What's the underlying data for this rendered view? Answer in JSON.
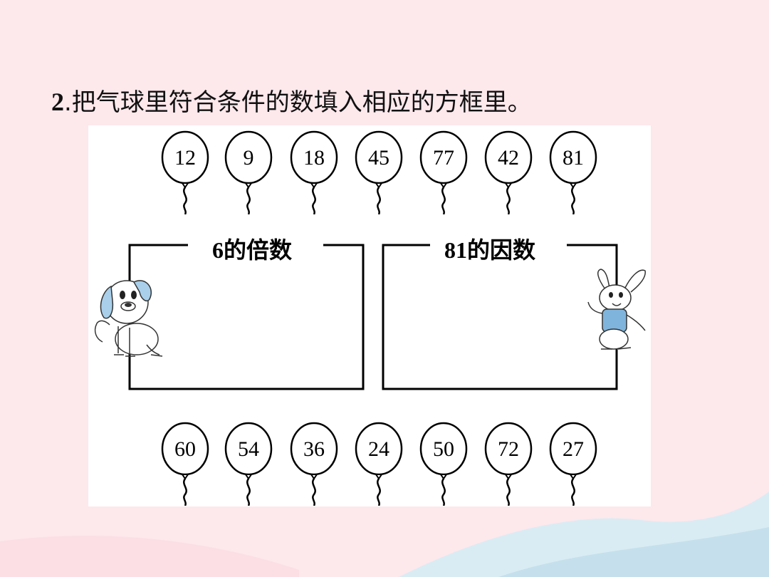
{
  "question": {
    "number": "2",
    "text": ".把气球里符合条件的数填入相应的方框里。"
  },
  "balloons_top": [
    "12",
    "9",
    "18",
    "45",
    "77",
    "42",
    "81"
  ],
  "balloons_bottom": [
    "60",
    "54",
    "36",
    "24",
    "50",
    "72",
    "27"
  ],
  "boxes": {
    "left_label": "6的倍数",
    "right_label": "81的因数"
  },
  "colors": {
    "background": "#fde8ec",
    "wave": "#cfe6ef",
    "dog_ear": "#a9cfea",
    "rabbit_shirt": "#7fb4dc"
  }
}
